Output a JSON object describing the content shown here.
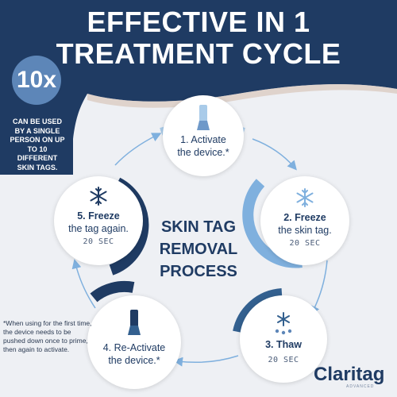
{
  "header": {
    "title_line1": "EFFECTIVE IN 1",
    "title_line2": "TREATMENT CYCLE",
    "badge_value": "10x",
    "badge_text": "CAN BE USED BY A SINGLE PERSON ON UP TO 10 DIFFERENT SKIN TAGS."
  },
  "center": {
    "line1": "SKIN TAG",
    "line2": "REMOVAL",
    "line3": "PROCESS"
  },
  "steps": [
    {
      "title": "1. Activate",
      "subtitle": "the device.*",
      "time": ""
    },
    {
      "title": "2. Freeze",
      "subtitle": "the skin tag.",
      "time": "20 SEC"
    },
    {
      "title": "3. Thaw",
      "subtitle": "",
      "time": "20 SEC"
    },
    {
      "title": "4. Re-Activate",
      "subtitle": "the device.*",
      "time": ""
    },
    {
      "title": "5. Freeze",
      "subtitle": "the tag again.",
      "time": "20 SEC"
    }
  ],
  "footnote": "*When using for the first time, the device needs to be pushed down once to prime, then again to activate.",
  "brand": {
    "name": "Claritag",
    "sub": "ADVANCED"
  },
  "colors": {
    "navy": "#1f3b63",
    "light_blue": "#7fb0de",
    "mid_blue": "#5d86b8",
    "background": "#eef0f4"
  },
  "icons": {
    "step1": "device-icon",
    "step2": "snowflake-icon",
    "step3": "thaw-icon",
    "step4": "device-icon",
    "step5": "snowflake-icon"
  }
}
